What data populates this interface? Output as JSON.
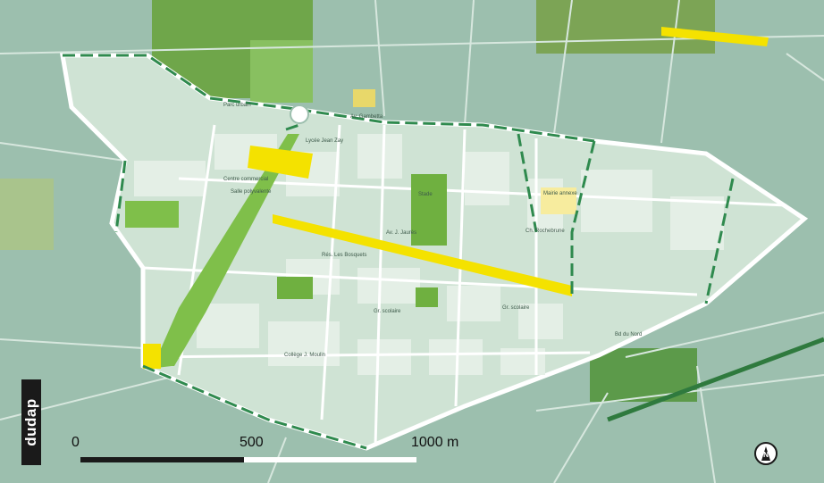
{
  "colors": {
    "background": "#9cbfae",
    "district": "#cfe3d4",
    "road": "#ffffff",
    "green_space": "#7fbf4a",
    "highlight": "#f4e200",
    "dashed_line": "#2f8a4e"
  },
  "logo": {
    "text": "dudap"
  },
  "scale_bar": {
    "labels": [
      "0",
      "500",
      "1000 m"
    ]
  },
  "north_arrow": {
    "letter": "N",
    "icon": "north-arrow-icon"
  },
  "map_labels": [
    "Av. Gambetta",
    "Lycée Jean Zay",
    "Av. J. Jaurès",
    "Centre commercial",
    "Collège J. Moulin",
    "Salle polyvalente",
    "Rés. Les Bosquets",
    "Gr. scolaire",
    "Gr. scolaire",
    "Stade",
    "Mairie annexe",
    "Ch. Rochebrune",
    "Bd du Nord",
    "Parc urbain"
  ]
}
